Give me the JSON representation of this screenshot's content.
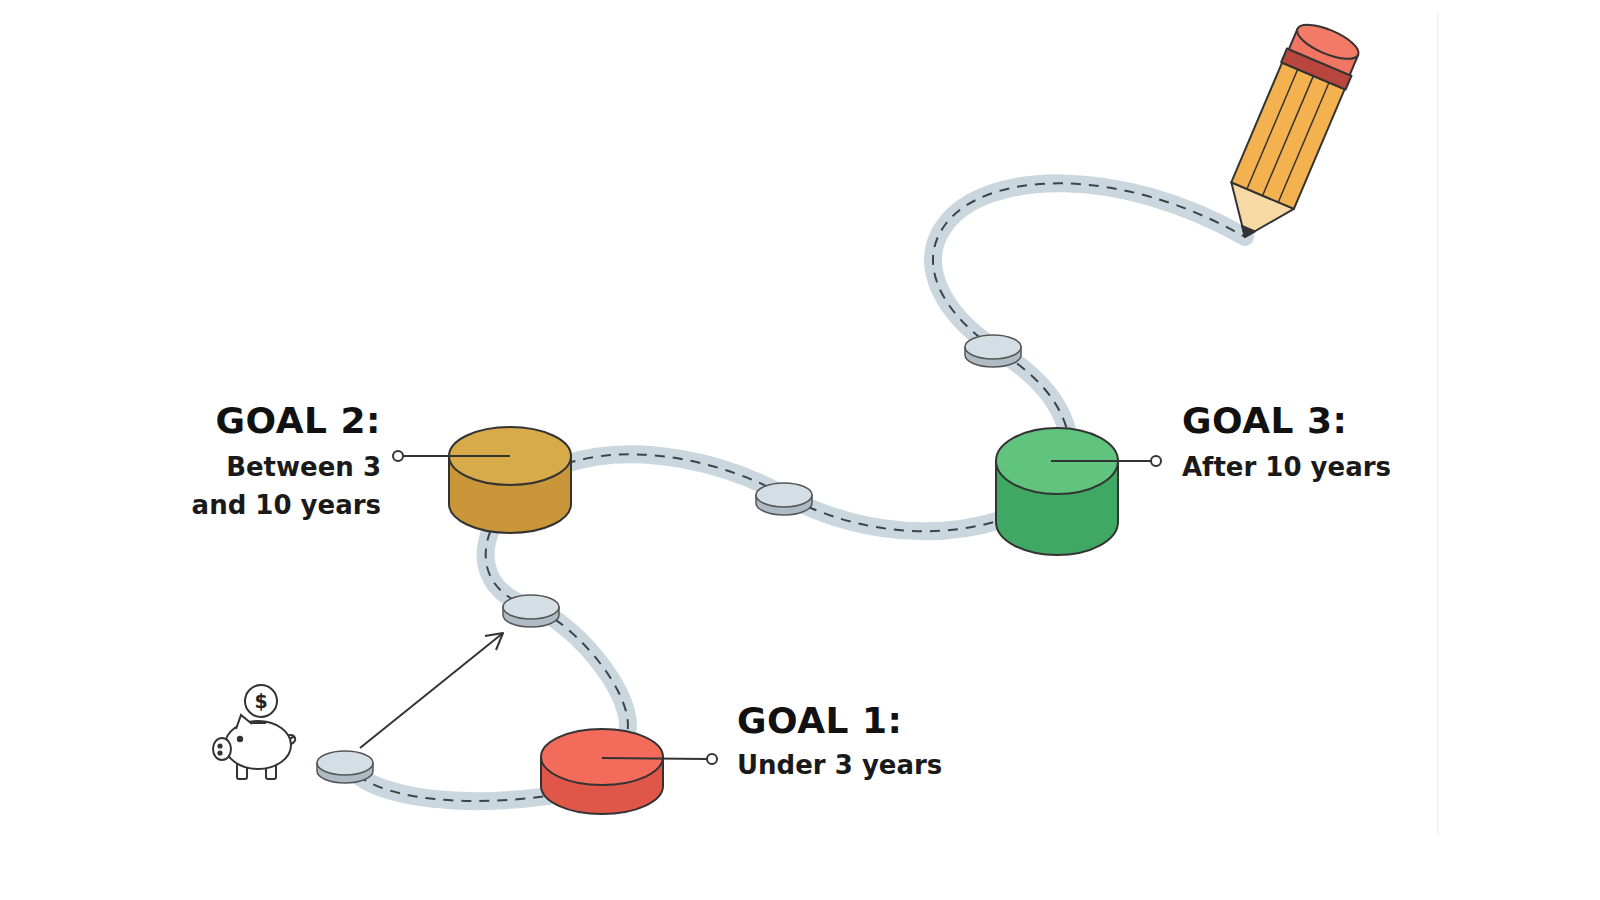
{
  "diagram": {
    "nodes": [
      {
        "text": [
          "GOAL 1:",
          "Under 3 years"
        ]
      },
      {
        "text": [
          "GOAL 2:",
          "Between 3 and 10 years"
        ]
      },
      {
        "text": [
          "GOAL 3:",
          "After 10 years"
        ]
      }
    ],
    "edges": [
      {
        "from": 0,
        "to": 1,
        "arrow": "none"
      },
      {
        "from": 1,
        "to": 2,
        "arrow": "none"
      }
    ],
    "labels": [
      "$"
    ]
  }
}
